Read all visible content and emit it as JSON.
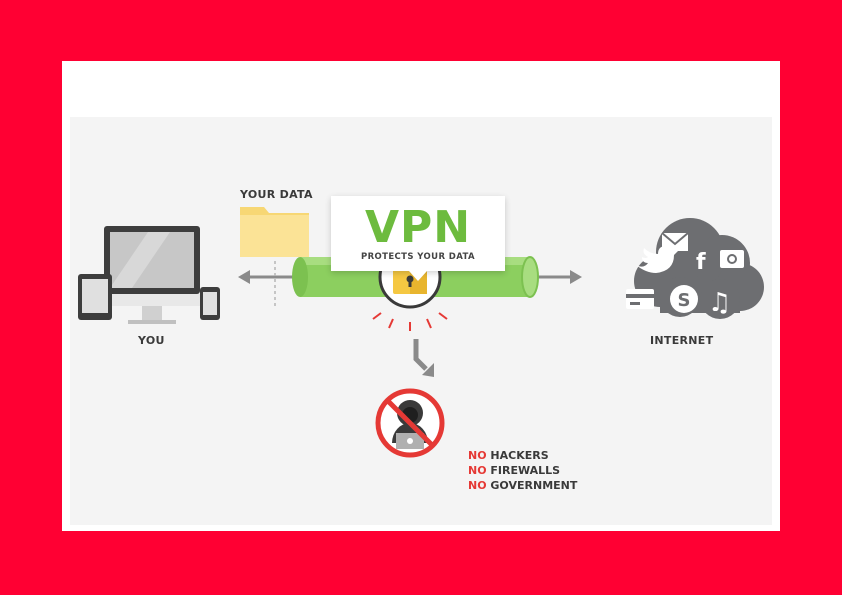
{
  "diagram": {
    "vpn_title": "VPN",
    "vpn_subtitle": "PROTECTS YOUR DATA",
    "your_data_label": "YOUR DATA",
    "you_label": "YOU",
    "internet_label": "INTERNET",
    "blocked": [
      {
        "prefix": "NO",
        "text": "HACKERS"
      },
      {
        "prefix": "NO",
        "text": "FIREWALLS"
      },
      {
        "prefix": "NO",
        "text": "GOVERNMENT"
      }
    ],
    "social_icons": [
      "f",
      "♫"
    ]
  },
  "colors": {
    "frame": "#ff0033",
    "vpn_green": "#6dbb3e",
    "tunnel_green": "#8ccf5f",
    "cloud_gray": "#6d6e71",
    "device_dark": "#3d3d3d",
    "warning_red": "#e53935",
    "folder_yellow": "#f7d774"
  }
}
